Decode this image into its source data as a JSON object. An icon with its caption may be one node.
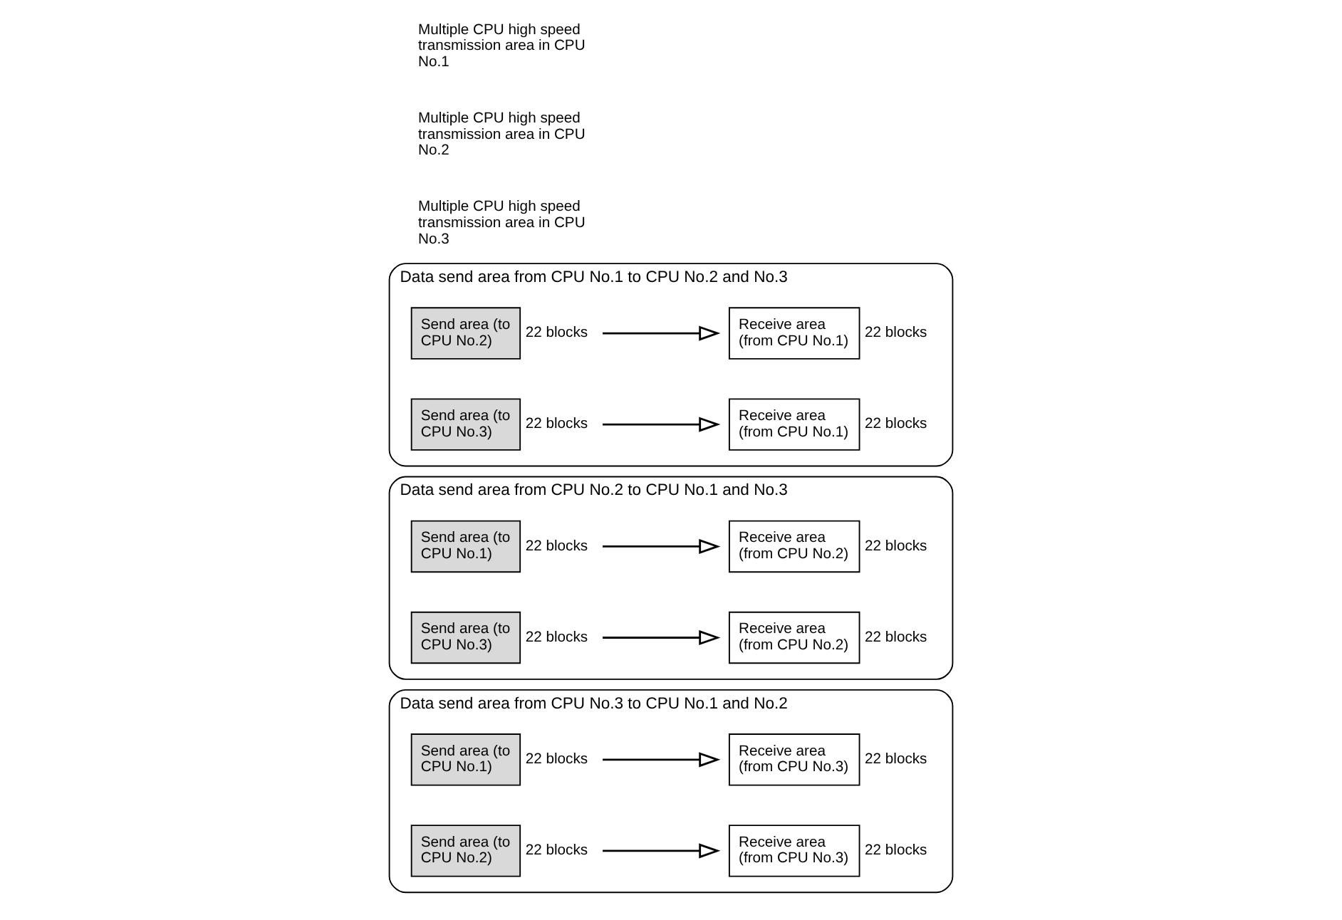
{
  "diagram": {
    "nodes": [
      {
        "text": [
          "Data send area from CPU No.1 to CPU No.2 and No.3"
        ]
      },
      {
        "text": [
          "Send area (to CPU No.2)"
        ],
        "in": 0,
        "beside": [
          "22 blocks"
        ]
      },
      {
        "text": [
          "Send area (to CPU No.3)"
        ],
        "in": 0,
        "beside": [
          "22 blocks"
        ]
      },
      {
        "text": [
          "Receive area (from CPU No.1)"
        ],
        "in": 0,
        "beside": [
          "22 blocks"
        ]
      },
      {
        "text": [
          "Receive area (from CPU No.1)"
        ],
        "in": 0,
        "beside": [
          "22 blocks"
        ]
      },
      {
        "text": [
          "Data send area from CPU No.2 to CPU No.1 and No.3"
        ]
      },
      {
        "text": [
          "Receive area (from CPU No.2)"
        ],
        "in": 5,
        "beside": [
          "22 blocks"
        ]
      },
      {
        "text": [
          "Send area (to CPU No.1)"
        ],
        "in": 5,
        "beside": [
          "22 blocks"
        ]
      },
      {
        "text": [
          "Send area (to CPU No.3)"
        ],
        "in": 5,
        "beside": [
          "22 blocks"
        ]
      },
      {
        "text": [
          "Receive area (from CPU No.2)"
        ],
        "in": 5,
        "beside": [
          "22 blocks"
        ]
      },
      {
        "text": [
          "Data send area from CPU No.3 to CPU No.1 and No.2"
        ]
      },
      {
        "text": [
          "Receive area (from CPU No.3)"
        ],
        "in": 10,
        "beside": [
          "22 blocks"
        ]
      },
      {
        "text": [
          "Send area (to CPU No.1)"
        ],
        "in": 10,
        "beside": [
          "22 blocks"
        ]
      },
      {
        "text": [
          "Receive area (from CPU No.3)"
        ],
        "in": 10,
        "beside": [
          "22 blocks"
        ]
      },
      {
        "text": [
          "Send area (to CPU No.2)"
        ],
        "in": 10,
        "beside": [
          "22 blocks"
        ]
      }
    ],
    "edges": [
      {
        "from": 1,
        "to": 3,
        "arrow": "to"
      },
      {
        "from": 2,
        "to": 4,
        "arrow": "to"
      },
      {
        "from": 7,
        "to": 6,
        "arrow": "to"
      },
      {
        "from": 8,
        "to": 9,
        "arrow": "to"
      },
      {
        "from": 12,
        "to": 11,
        "arrow": "to"
      },
      {
        "from": 14,
        "to": 13,
        "arrow": "to"
      }
    ],
    "labels": [
      "Multiple CPU high speed transmission area in CPU No.1",
      "Multiple CPU high speed transmission area in CPU No.2",
      "Multiple CPU high speed transmission area in CPU No.3"
    ]
  }
}
